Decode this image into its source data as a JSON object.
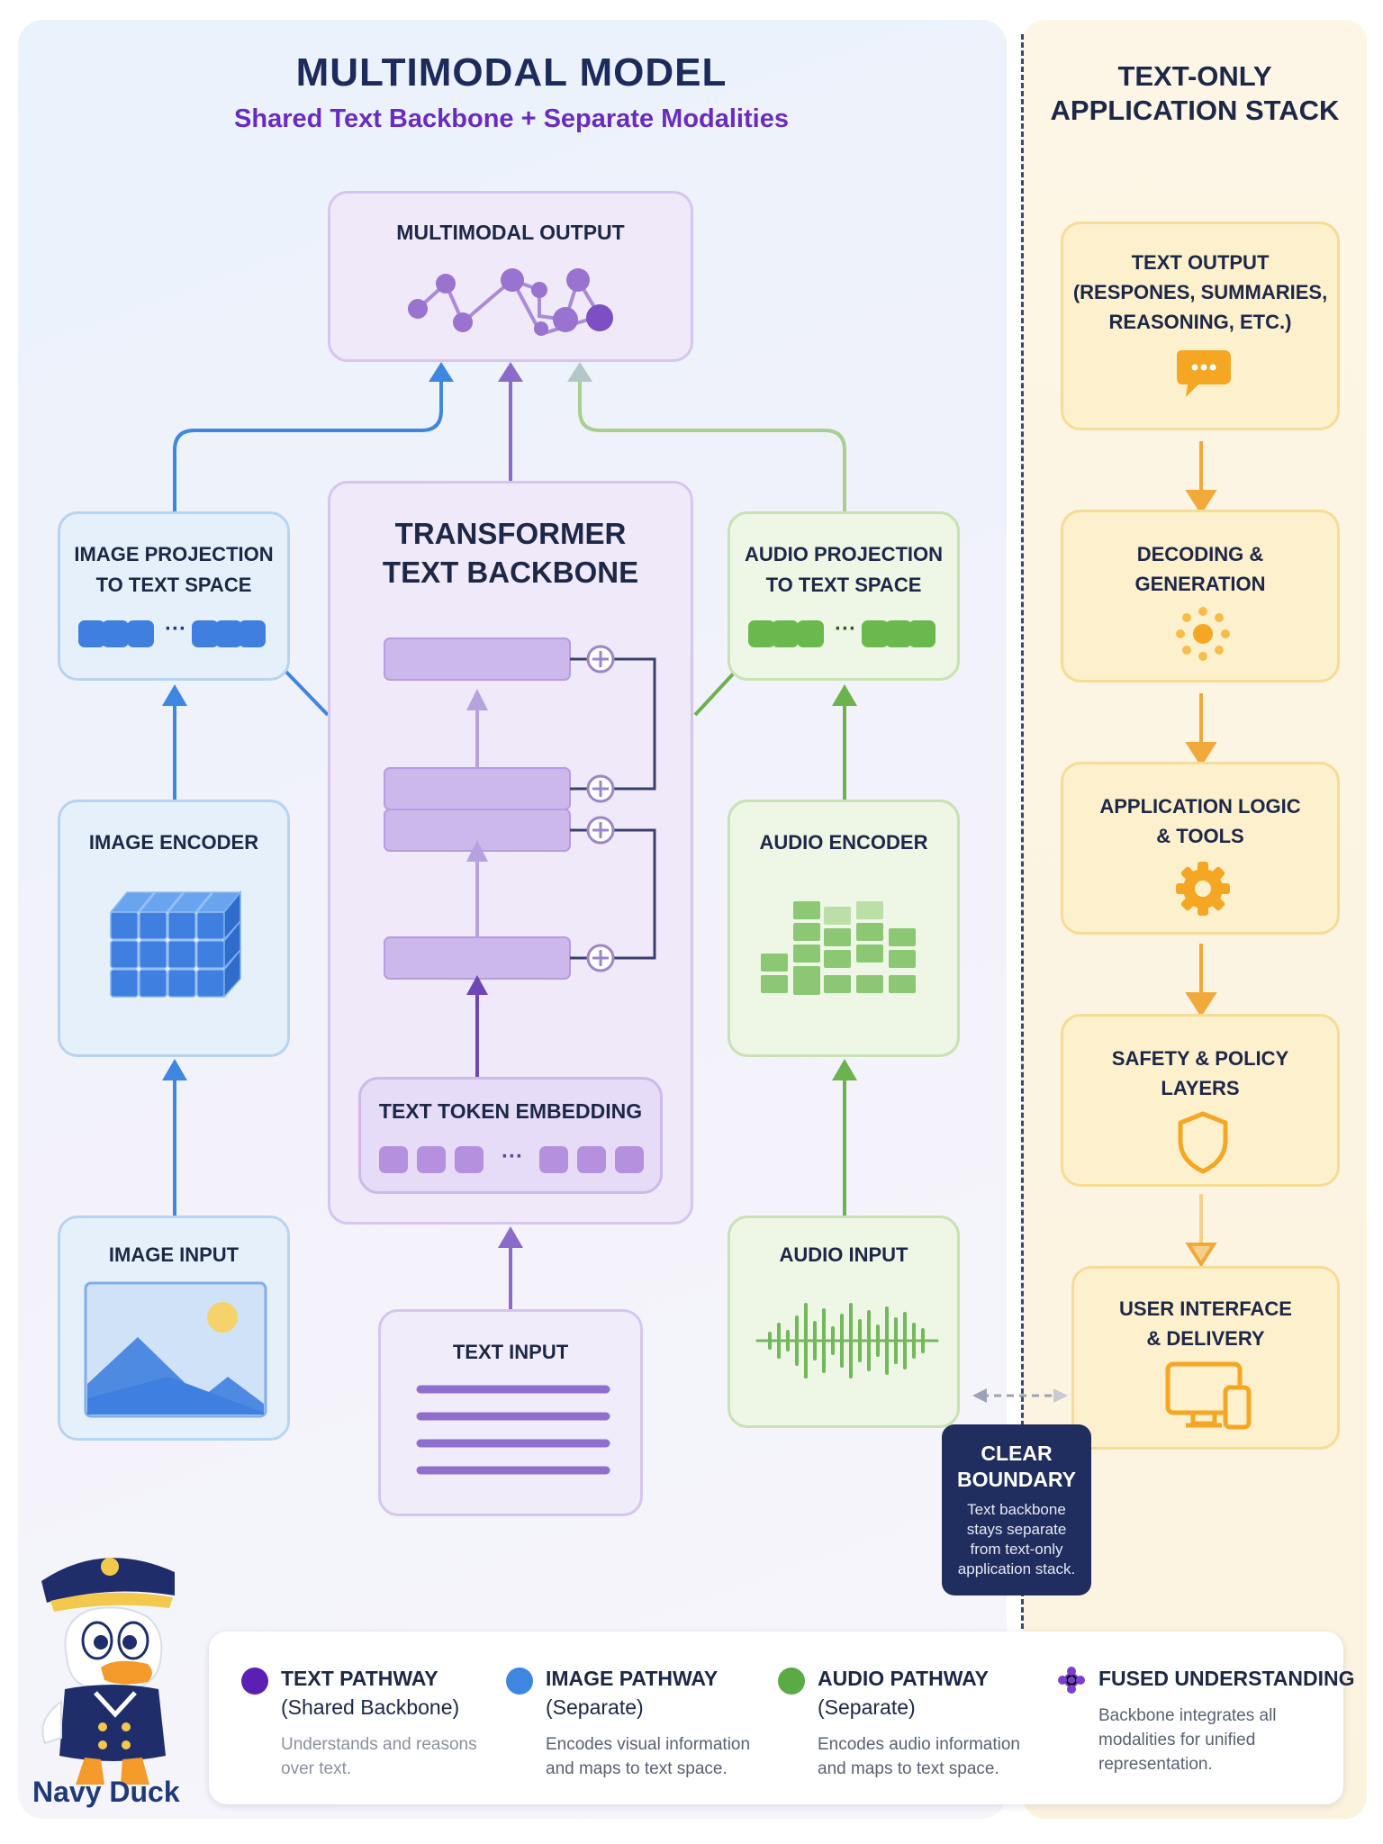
{
  "left_panel": {
    "title": "MULTIMODAL MODEL",
    "subtitle": "Shared Text Backbone + Separate Modalities"
  },
  "right_panel": {
    "title_line1": "TEXT-ONLY",
    "title_line2": "APPLICATION STACK"
  },
  "nodes": {
    "multimodal_output": "MULTIMODAL OUTPUT",
    "transformer_line1": "TRANSFORMER",
    "transformer_line2": "TEXT BACKBONE",
    "image_projection_line1": "IMAGE PROJECTION",
    "image_projection_line2": "TO TEXT SPACE",
    "audio_projection_line1": "AUDIO PROJECTION",
    "audio_projection_line2": "TO TEXT SPACE",
    "image_encoder": "IMAGE ENCODER",
    "audio_encoder": "AUDIO ENCODER",
    "text_token_embedding": "TEXT TOKEN EMBEDDING",
    "image_input": "IMAGE INPUT",
    "audio_input": "AUDIO INPUT",
    "text_input": "TEXT INPUT",
    "ellipsis": "···"
  },
  "stack": [
    {
      "line1": "TEXT OUTPUT",
      "line2": "(RESPONES, SUMMARIES,",
      "line3": "REASONING, ETC.)",
      "icon": "chat-bubble-icon"
    },
    {
      "line1": "DECODING &",
      "line2": "GENERATION",
      "icon": "sun-dots-icon"
    },
    {
      "line1": "APPLICATION LOGIC",
      "line2": "& TOOLS",
      "icon": "gear-icon"
    },
    {
      "line1": "SAFETY & POLICY",
      "line2": "LAYERS",
      "icon": "shield-icon"
    },
    {
      "line1": "USER INTERFACE",
      "line2": "& DELIVERY",
      "icon": "devices-icon"
    }
  ],
  "boundary": {
    "title_line1": "CLEAR",
    "title_line2": "BOUNDARY",
    "body_line1": "Text backbone",
    "body_line2": "stays separate",
    "body_line3": "from text-only",
    "body_line4": "application stack."
  },
  "mascot": {
    "name": "Navy Duck"
  },
  "legend": [
    {
      "title": "TEXT PATHWAY",
      "sub": "(Shared Backbone)",
      "desc": "Understands and reasons over text.",
      "color": "#5b1fb5"
    },
    {
      "title": "IMAGE PATHWAY",
      "sub": "(Separate)",
      "desc": "Encodes visual information and maps to text space.",
      "color": "#3f86e0"
    },
    {
      "title": "AUDIO PATHWAY",
      "sub": "(Separate)",
      "desc": "Encodes audio information and maps to text space.",
      "color": "#5aaa45"
    },
    {
      "title": "FUSED UNDERSTANDING",
      "sub": "",
      "desc": "Backbone integrates all modalities for unified representation.",
      "color": "#7a3fd0"
    }
  ],
  "colors": {
    "navy": "#1d2747",
    "purple_accent": "#9f86d6",
    "blue_accent": "#3f86e0",
    "green_accent": "#6cb24e",
    "amber_accent": "#f5a623"
  }
}
